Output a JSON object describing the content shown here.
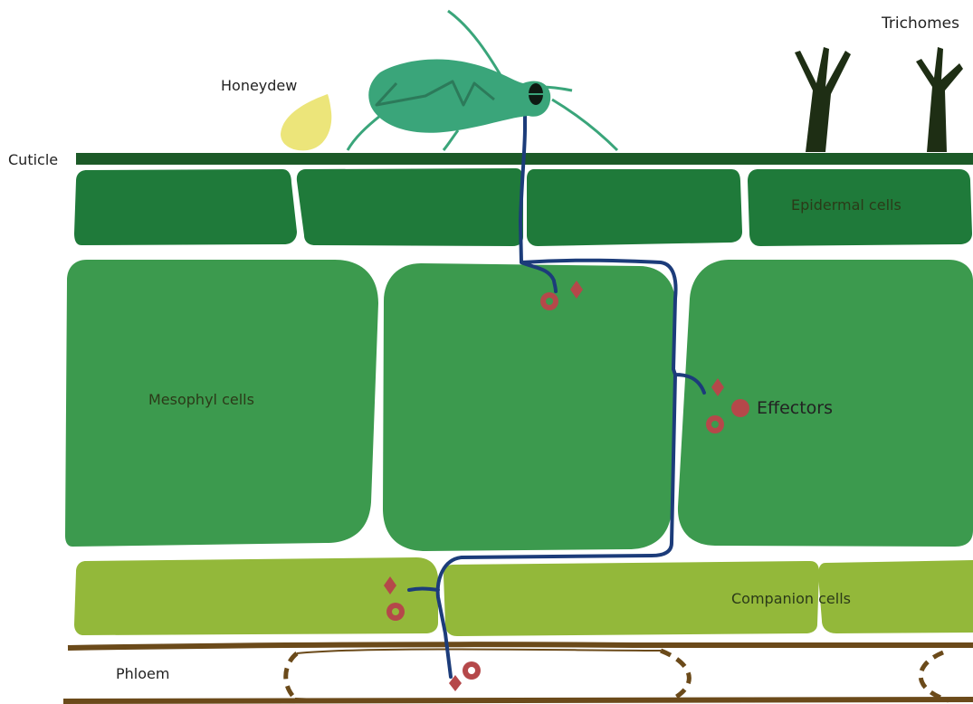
{
  "labels": {
    "trichomes": "Trichomes",
    "honeydew": "Honeydew",
    "cuticle": "Cuticle",
    "epidermal_cells": "Epidermal cells",
    "mesophyl_cells": "Mesophyl cells",
    "effectors": "Effectors",
    "companion_cells": "Companion cells",
    "phloem": "Phloem"
  },
  "colors": {
    "cuticle": "#1c5a28",
    "epidermal": "#1f7a3a",
    "mesophyl": "#3c9a4e",
    "companion": "#93b83a",
    "phloem_wall": "#6b4a1a",
    "aphid_body": "#3aa57a",
    "stylet": "#1c3c7a",
    "effector": "#b5484a",
    "honeydew": "#ece57a",
    "trichome": "#1e2e14"
  }
}
